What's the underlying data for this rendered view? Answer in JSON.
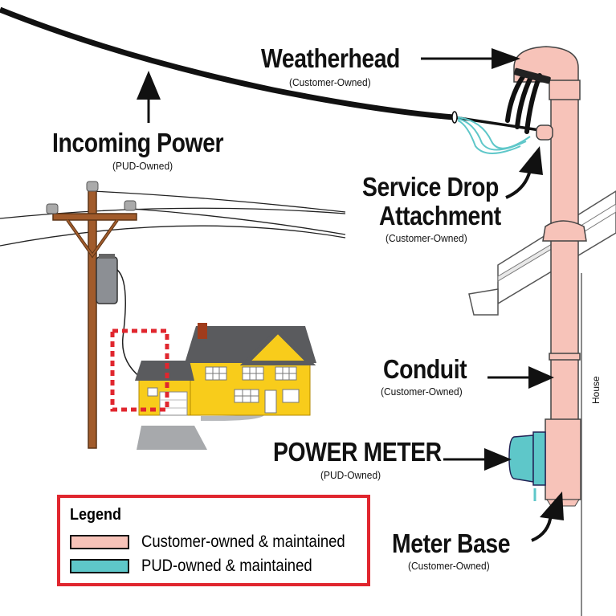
{
  "labels": {
    "weatherhead": {
      "title": "Weatherhead",
      "owner": "(Customer-Owned)"
    },
    "incoming_power": {
      "title": "Incoming Power",
      "owner": "(PUD-Owned)"
    },
    "service_drop_1": "Service Drop",
    "service_drop_2": "Attachment",
    "service_drop_owner": "(Customer-Owned)",
    "conduit": {
      "title": "Conduit",
      "owner": "(Customer-Owned)"
    },
    "power_meter": {
      "title": "POWER METER",
      "owner": "(PUD-Owned)"
    },
    "meter_base": {
      "title": "Meter Base",
      "owner": "(Customer-Owned)"
    },
    "house": "House"
  },
  "legend": {
    "title": "Legend",
    "items": [
      {
        "label": "Customer-owned & maintained",
        "color": "#f7c3b9"
      },
      {
        "label": "PUD-owned & maintained",
        "color": "#5ec7c9"
      }
    ]
  },
  "colors": {
    "customer": "#f7c3b9",
    "pud": "#5ec7c9",
    "house_yellow": "#f8cc1b",
    "roof_gray": "#5a5b5e",
    "pole_brown": "#a15b2b",
    "highlight_red": "#e0262e"
  }
}
